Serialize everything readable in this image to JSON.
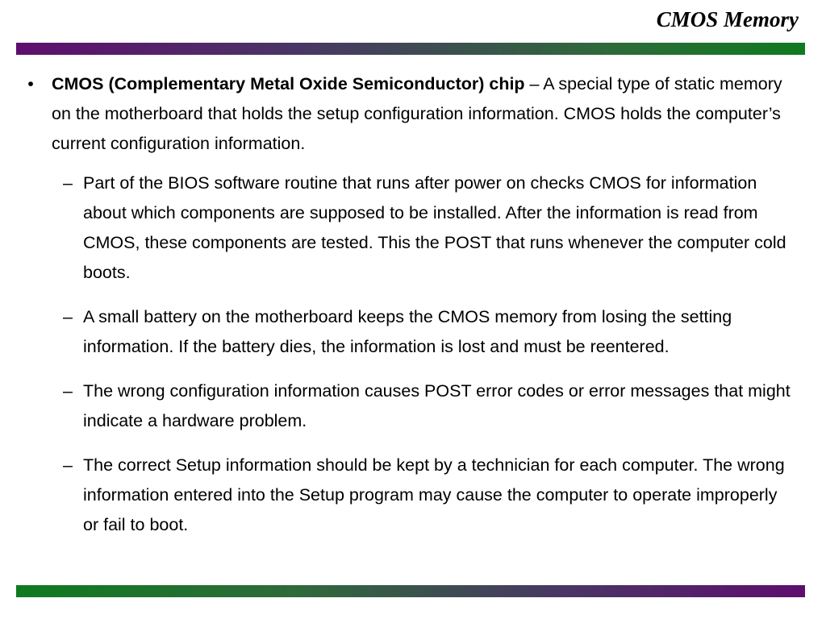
{
  "slide": {
    "title": "CMOS Memory"
  },
  "content": {
    "main_bullet": {
      "marker": "•",
      "term": "CMOS (Complementary Metal Oxide Semiconductor) chip",
      "text": " – A special type of static memory on the motherboard that holds the setup configuration information. CMOS holds the computer’s current configuration information."
    },
    "sub_bullets": [
      {
        "marker": "–",
        "text": "Part of the BIOS software routine that runs after power on checks CMOS for information about which components are supposed to be installed. After the information is read from CMOS, these components are tested. This the POST that runs whenever the computer cold boots."
      },
      {
        "marker": "–",
        "text": "A small battery on the motherboard keeps the CMOS memory from losing the setting information. If the battery dies, the information is lost and must be reentered."
      },
      {
        "marker": "–",
        "text": "The wrong configuration information causes POST error codes or error messages that might indicate a hardware problem."
      },
      {
        "marker": "–",
        "text": "The correct Setup information should be kept by a technician for each computer.  The wrong information entered into the Setup program may cause the computer to operate improperly or fail to boot."
      }
    ]
  },
  "colors": {
    "bar_purple": "#5e0e6e",
    "bar_green": "#0f7a1f"
  }
}
